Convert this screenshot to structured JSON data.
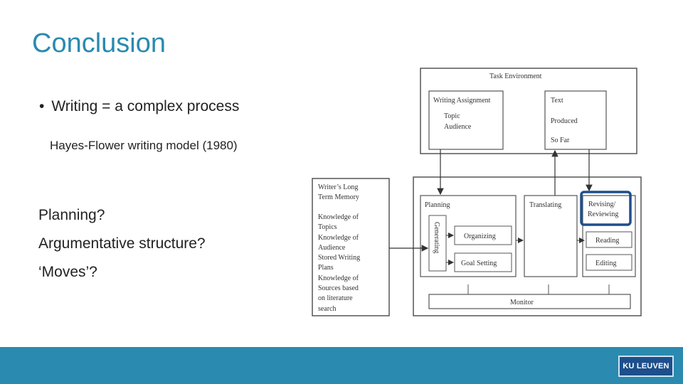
{
  "slide": {
    "title": "Conclusion",
    "bullet": "Writing = a complex process",
    "subtext": "Hayes-Flower writing model (1980)",
    "questions": [
      "Planning?",
      "Argumentative structure?",
      "‘Moves’?"
    ]
  },
  "diagram": {
    "task_environment": "Task Environment",
    "writing_assignment": "Writing  Assignment",
    "topic": "Topic",
    "audience": "Audience",
    "text_produced": [
      "Text",
      "Produced",
      "So Far"
    ],
    "ltm_title": [
      "Writer’s  Long",
      "Term  Memory"
    ],
    "ltm_items": [
      "Knowledge  of",
      "Topics",
      "Knowledge  of",
      "Audience",
      "Stored  Writing",
      "Plans",
      "Knowledge  of",
      "Sources  based",
      "on  literature",
      "search"
    ],
    "planning": "Planning",
    "generating": "Generating",
    "organizing": "Organizing",
    "goal_setting": "Goal  Setting",
    "translating": "Translating",
    "revising": [
      "Revising/",
      "Reviewing"
    ],
    "reading": "Reading",
    "editing": "Editing",
    "monitor": "Monitor"
  },
  "colors": {
    "accent": "#2a8ab0",
    "logo_bg": "#1d4f8c",
    "highlight": "#1f4e8c"
  },
  "footer": {
    "logo": "KU LEUVEN"
  }
}
